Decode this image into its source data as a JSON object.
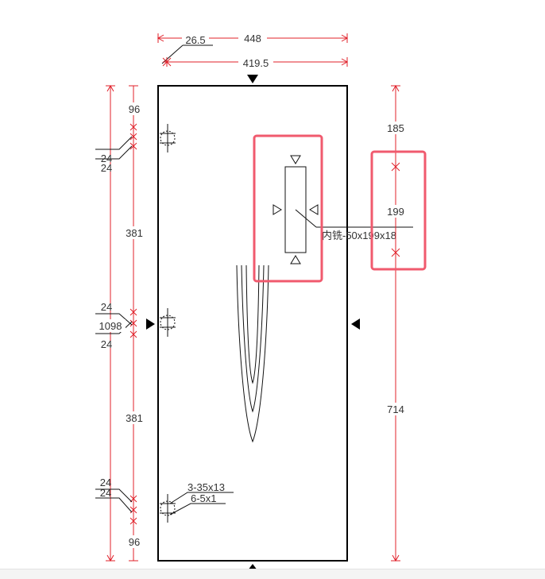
{
  "dimensions": {
    "top_overall": "448",
    "top_edge_offset": "26.5",
    "top_inner": "419.5",
    "left_top_gap": "96",
    "left_hole_a": "24",
    "left_hole_b": "24",
    "left_span_1": "381",
    "left_mid_a": "24",
    "left_overall": "1098",
    "left_mid_b": "24",
    "left_span_2": "381",
    "left_bottom_a": "24",
    "left_bottom_b": "24",
    "left_bottom_gap": "96",
    "right_top": "185",
    "right_mid": "199",
    "right_bottom": "714"
  },
  "annotations": {
    "slot_label": "内铣-50x199x18",
    "hole_spec_1": "3-35x13",
    "hole_spec_2": "6-5x1"
  },
  "colors": {
    "dimension_line": "#e0202a",
    "highlight_box": "#f05a6e",
    "outline": "#000000"
  }
}
